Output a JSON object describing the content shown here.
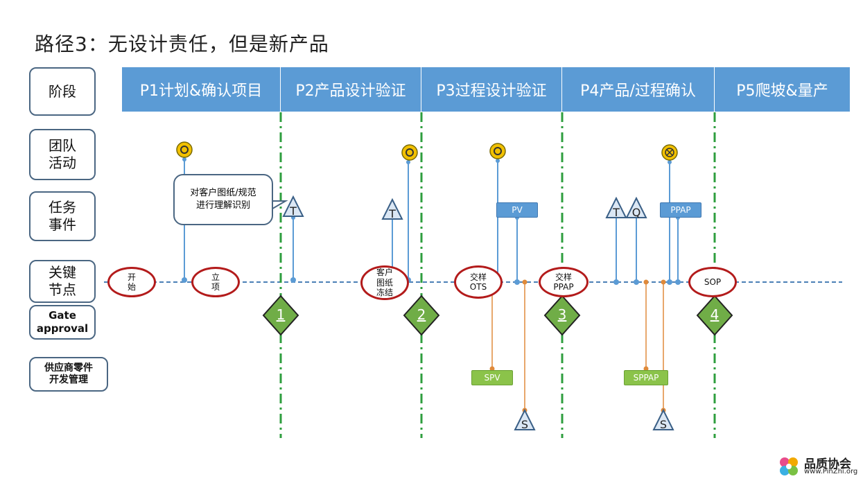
{
  "title": "路径3：无设计责任，但是新产品",
  "row_labels": {
    "stage": "阶段",
    "team": "团队\n活动",
    "task": "任务\n事件",
    "milestone": "关键\n节点",
    "gate": "Gate\napproval",
    "supplier": "供应商零件\n开发管理"
  },
  "phases": [
    "P1计划&确认项目",
    "P2产品设计验证",
    "P3过程设计验证",
    "P4产品/过程确认",
    "P5爬坡&量产"
  ],
  "callout": "对客户图纸/规范\n进行理解识别",
  "nodes": {
    "start": "开\n始",
    "launch": "立\n项",
    "freeze": "客户\n图纸\n冻结",
    "ots": "交样\nOTS",
    "ppap": "交样\nPPAP",
    "sop": "SOP"
  },
  "task_markers": {
    "t": "T",
    "q": "Q",
    "s": "S"
  },
  "boxes": {
    "pv": "PV",
    "ppap": "PPAP",
    "spv": "SPV",
    "sppap": "SPPAP"
  },
  "gates": [
    "1",
    "2",
    "3",
    "4"
  ],
  "colors": {
    "phase_bar": "#5b9bd5",
    "milestone_border": "#b31b1b",
    "gate_fill": "#70ad47",
    "gate_line": "#2e9e3e",
    "orange_line": "#e08a3a"
  },
  "logo": {
    "name": "品质协会",
    "url": "www.PinZhi.org"
  }
}
